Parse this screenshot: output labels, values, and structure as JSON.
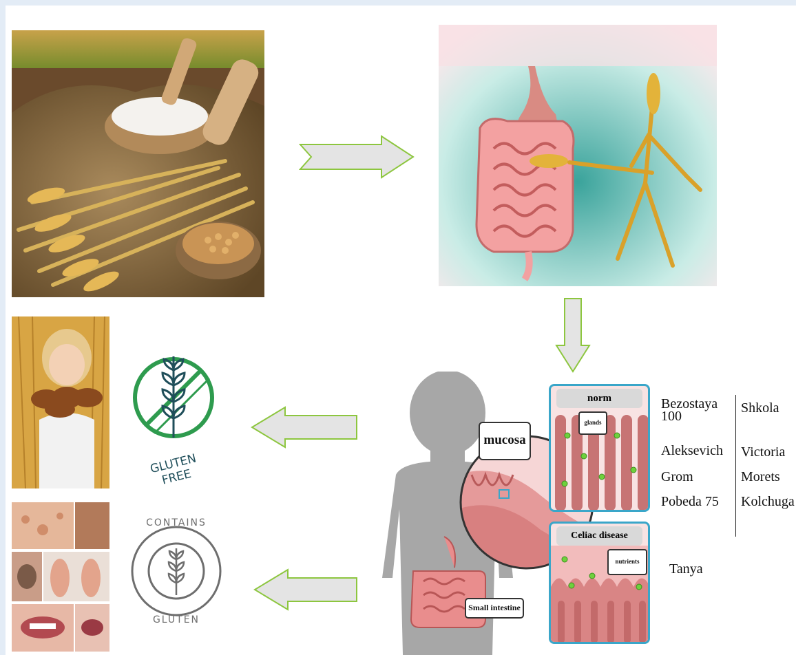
{
  "varieties": {
    "left": [
      "Bezostaya 100",
      "Aleksevich",
      "Grom",
      "Pobeda 75"
    ],
    "right": [
      "Shkola",
      "Victoria",
      "Morets",
      "Kolchuga"
    ],
    "extra": "Tanya"
  },
  "labels": {
    "norm": "norm",
    "glands": "glands",
    "mucosa": "mucosa",
    "celiac": "Celiac disease",
    "nutrients": "nutrients",
    "small_intestine": "Small intestine",
    "gluten_free": "GLUTEN FREE",
    "contains": "CONTAINS",
    "gluten": "GLUTEN"
  },
  "colors": {
    "arrow_fill": "#e4e4e4",
    "arrow_stroke": "#8dc63f",
    "gluten_free": "#2e9b4e",
    "gluten_free_text": "#1f4e5a",
    "contains": "#6e6e6e",
    "panel_border": "#3aa6c9"
  }
}
